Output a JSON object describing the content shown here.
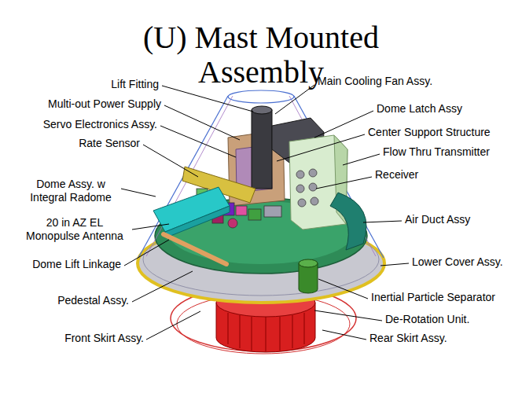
{
  "diagram": {
    "title": "(U) Mast Mounted Assembly",
    "labels": [
      "Lift Fitting",
      "Multi-out Power Supply",
      "Servo Electronics Assy.",
      "Rate Sensor",
      "Dome Assy. w Integral Radome",
      "20 in AZ EL Monopulse Antenna",
      "Dome Lift Linkage",
      "Pedestal Assy.",
      "Front Skirt Assy.",
      "Main Cooling Fan Assy.",
      "Dome Latch Assy",
      "Center Support Structure",
      "Flow Thru Transmitter",
      "Receiver",
      "Air Duct Assy",
      "Lower Cover Assy.",
      "Inertial Particle Separator",
      "De-Rotation Unit.",
      "Rear Skirt Assy."
    ]
  }
}
